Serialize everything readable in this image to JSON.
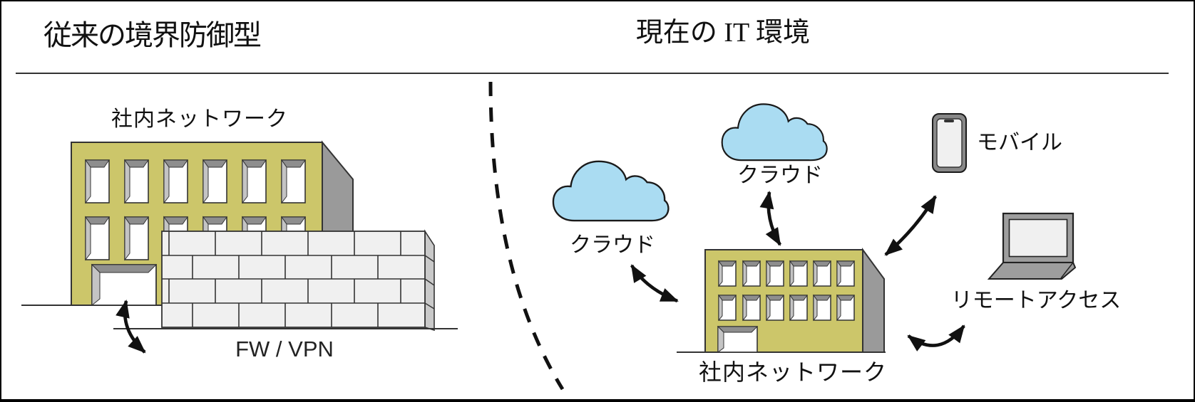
{
  "header": {
    "left_title": "従来の境界防御型",
    "right_title": "現在の IT 環境"
  },
  "left_scene": {
    "network_label": "社内ネットワーク",
    "firewall_label": "FW / VPN"
  },
  "right_scene": {
    "cloud_left_label": "クラウド",
    "cloud_top_label": "クラウド",
    "mobile_label": "モバイル",
    "remote_access_label": "リモートアクセス",
    "network_label": "社内ネットワーク"
  },
  "colors": {
    "building_front": "#ccc66a",
    "building_side": "#9a9a9a",
    "cloud_fill": "#aadcf2",
    "wall_fill": "#f0f0f0",
    "wall_side": "#c9c9c9",
    "device_gray": "#9e9e9e",
    "screen_fill": "#f0f0f0",
    "outline": "#1a1a1a",
    "text": "#111111"
  }
}
